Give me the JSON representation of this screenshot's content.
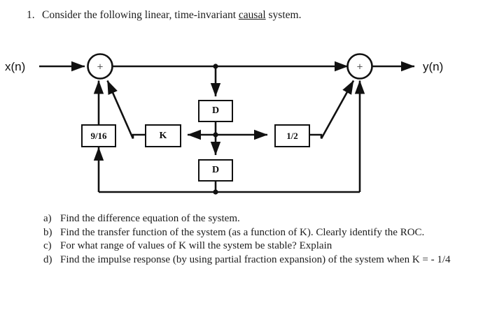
{
  "question": {
    "number": "1.",
    "text_before": "Consider the following linear, time-invariant ",
    "underlined": "causal",
    "text_after": " system."
  },
  "diagram": {
    "input_label": "x(n)",
    "output_label": "y(n)",
    "adder_left_sign": "+",
    "adder_right_sign": "+",
    "blocks": [
      {
        "name": "gain-9-16",
        "label": "9/16"
      },
      {
        "name": "gain-k",
        "label": "K"
      },
      {
        "name": "delay-top",
        "label": "D"
      },
      {
        "name": "delay-bottom",
        "label": "D"
      },
      {
        "name": "gain-1-2",
        "label": "1/2"
      }
    ]
  },
  "subquestions": [
    {
      "mark": "a)",
      "text": "Find the difference equation of the system."
    },
    {
      "mark": "b)",
      "text": "Find the transfer function of the system (as a function of K). Clearly identify the ROC."
    },
    {
      "mark": "c)",
      "text": "For what range of values of K will the system be stable? Explain"
    },
    {
      "mark": "d)",
      "text": "Find the impulse response (by using partial fraction expansion) of the system when K = - 1/4"
    }
  ],
  "colors": {
    "ink": "#111111",
    "text": "#1c1c1c",
    "page": "#ffffff"
  }
}
